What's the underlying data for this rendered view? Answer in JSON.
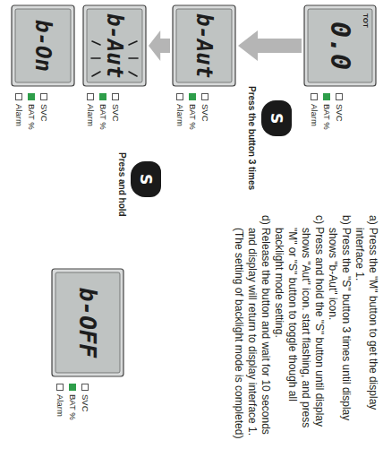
{
  "diagram": {
    "nodes": [
      {
        "text": [
          "TOT",
          "0.0"
        ]
      },
      {
        "text": [
          "S"
        ]
      },
      {
        "text": [
          "b-Aut"
        ]
      },
      {
        "text": [
          "S"
        ]
      },
      {
        "text": [
          "b-Aut"
        ]
      },
      {
        "text": [
          "b-On"
        ]
      },
      {
        "text": [
          "b-OFF"
        ]
      }
    ],
    "edges": [
      {
        "from": 0,
        "to": 2,
        "arrow": "to"
      },
      {
        "from": 2,
        "to": 4,
        "arrow": "to"
      }
    ],
    "labels": [
      "Press the button 3 times",
      "Press and hold",
      "a) Press the \"M\" button to get the display interface 1.",
      "b) Press the \"S\" button 3 times until display shows \"b-Aut\" icon.",
      "c) Press and hold the \"S\" button until display shows \"Aut\" icon. start flashing, and press \"M\" or \"S\" button to toggle though all backlight mode setting.",
      "d) Release the button and wait for 10 seconds and display will return to display interface 1. (The setting of backlight mode is completed)",
      "SVC",
      "BAT %",
      "Alarm",
      "SVC",
      "BAT %",
      "Alarm",
      "SVC",
      "BAT %",
      "Alarm",
      "SVC",
      "BAT %",
      "Alarm",
      "SVC",
      "BAT %",
      "Alarm"
    ]
  }
}
